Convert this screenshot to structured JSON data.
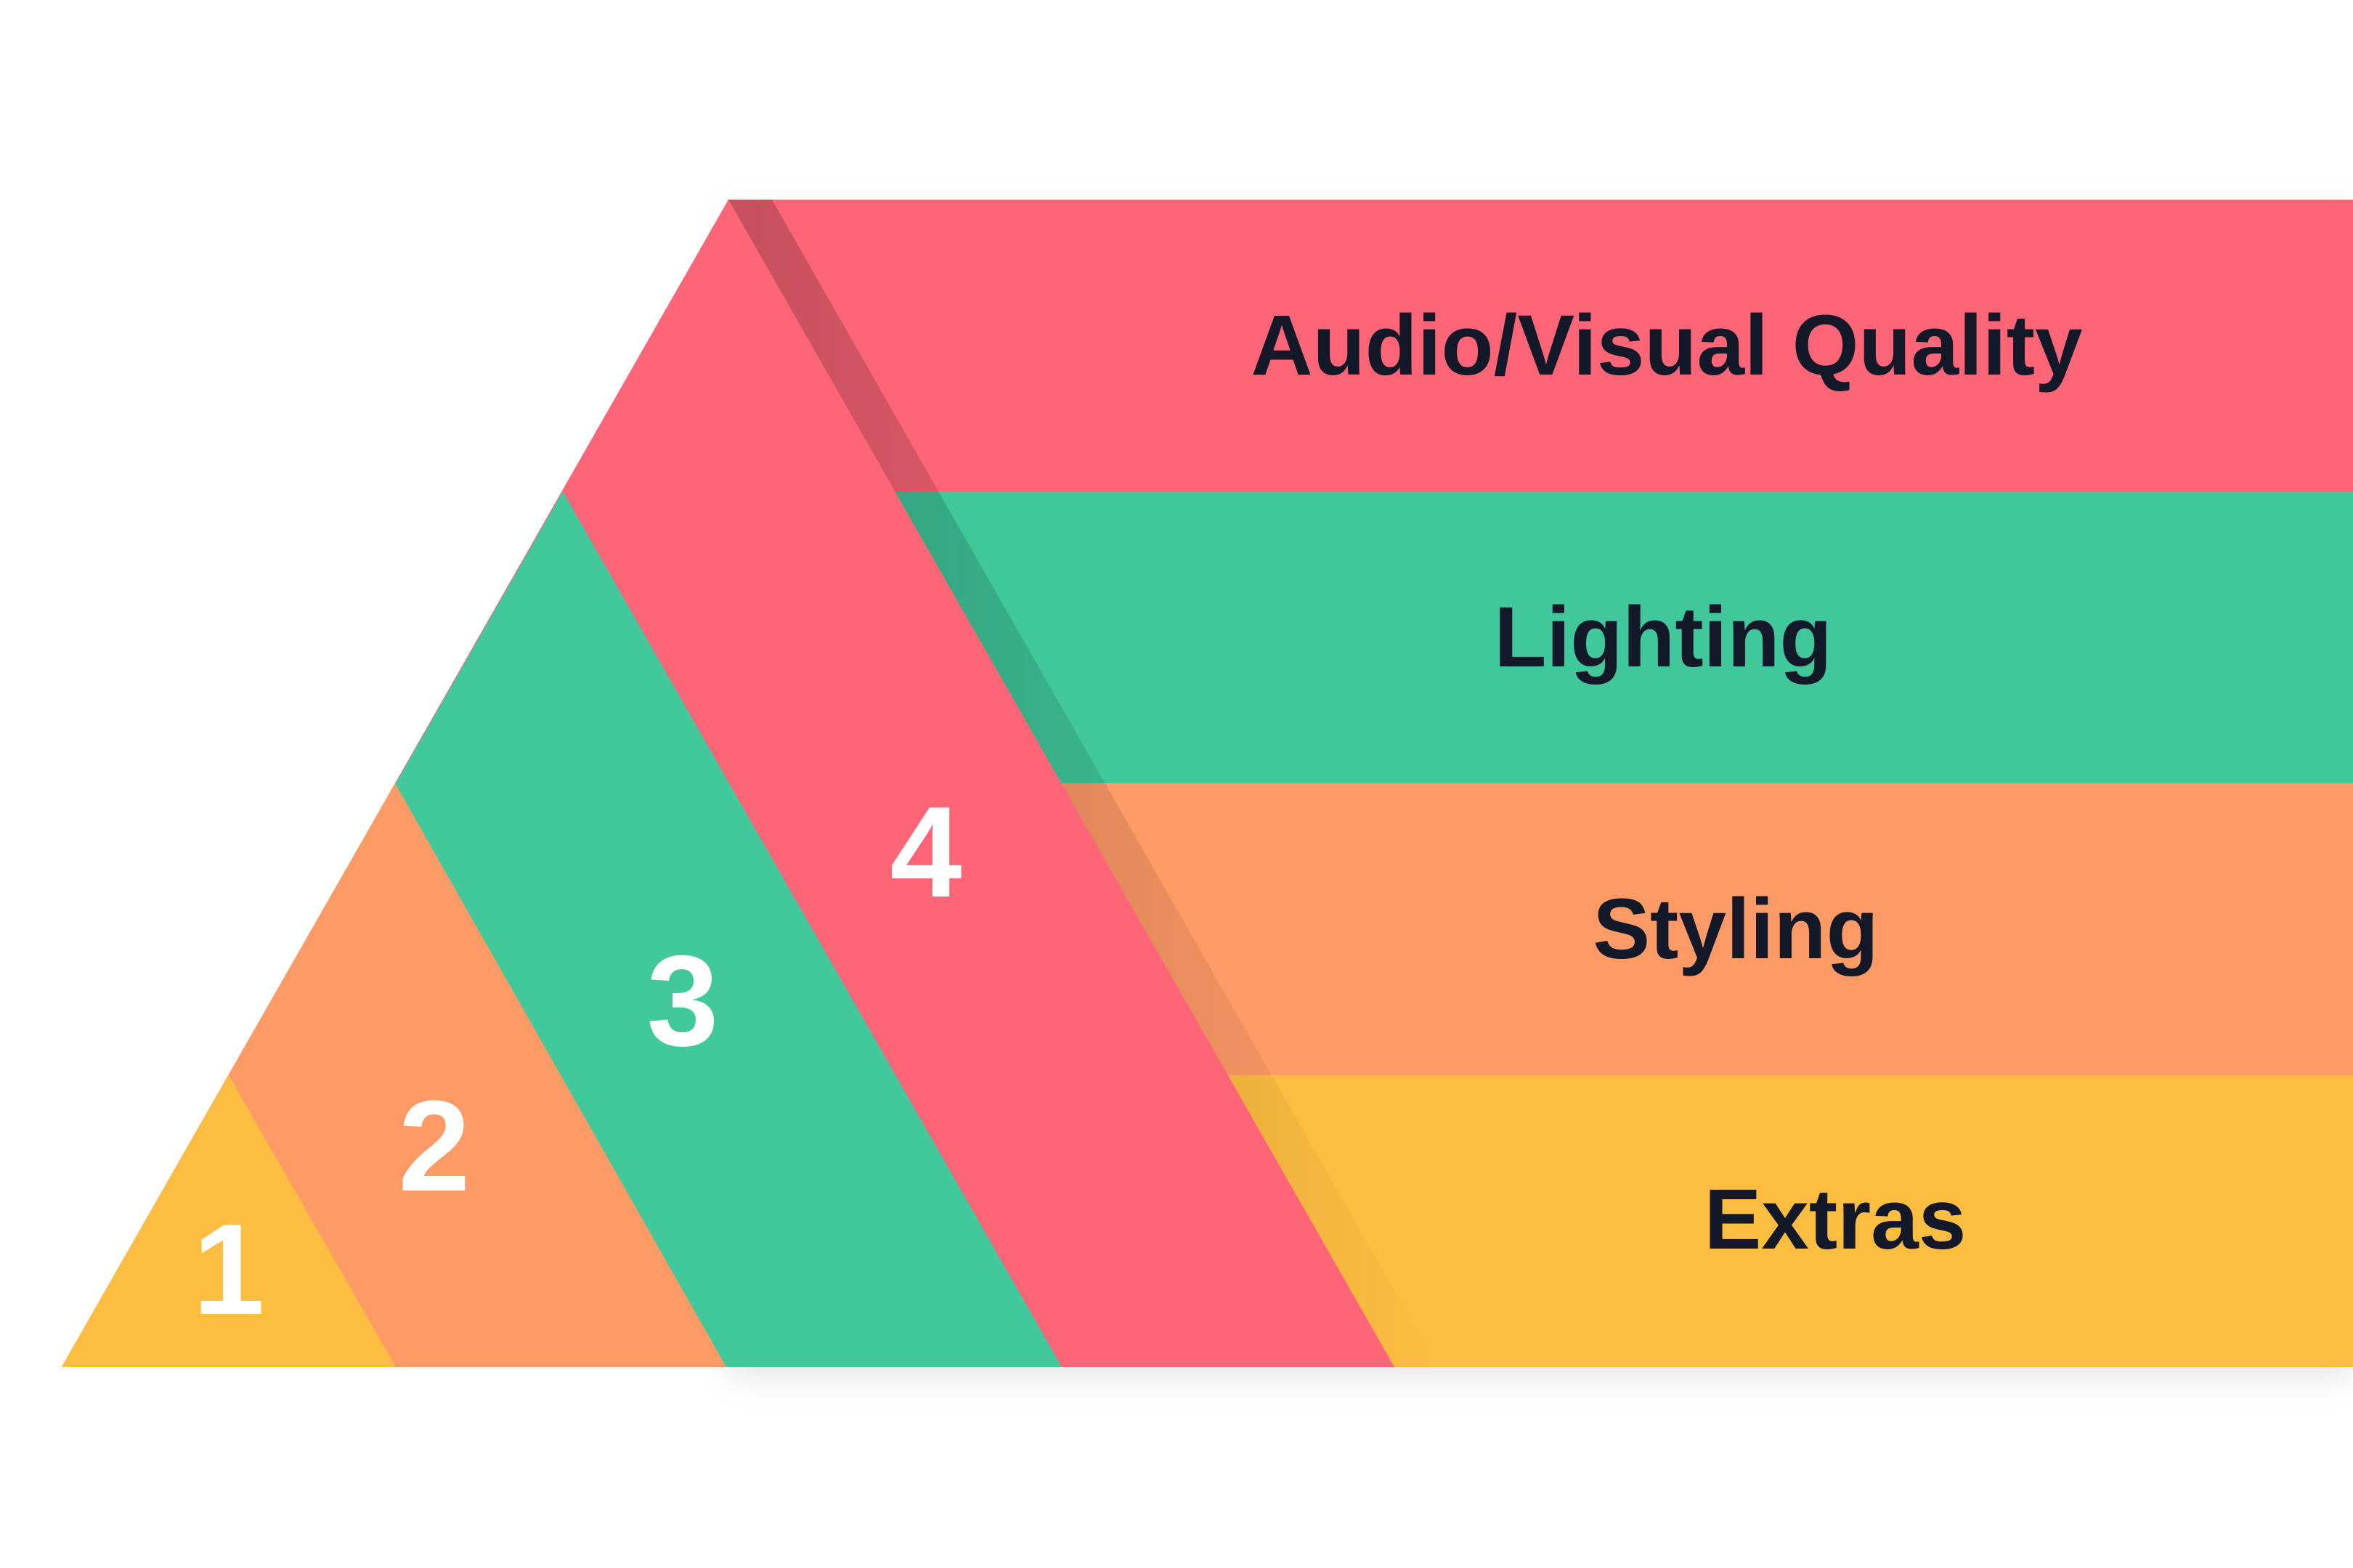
{
  "diagram": {
    "levels": [
      {
        "number": "1",
        "label": "Extras",
        "color": "#FDBD40"
      },
      {
        "number": "2",
        "label": "Styling",
        "color": "#FE9A66"
      },
      {
        "number": "3",
        "label": "Lighting",
        "color": "#41C89B"
      },
      {
        "number": "4",
        "label": "Audio/Visual Quality",
        "color": "#FE6677"
      }
    ],
    "label_color": "#14192A",
    "number_color": "#FFFFFF"
  }
}
